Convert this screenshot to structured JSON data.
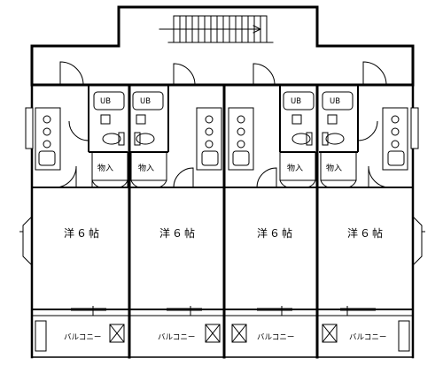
{
  "units": [
    {
      "room_label": "洋６帖",
      "bath_label": "UB",
      "closet_label": "物入",
      "balcony_label": "バルコニー"
    },
    {
      "room_label": "洋６帖",
      "bath_label": "UB",
      "closet_label": "物入",
      "balcony_label": "バルコニー"
    },
    {
      "room_label": "洋６帖",
      "bath_label": "UB",
      "closet_label": "物入",
      "balcony_label": "バルコニー"
    },
    {
      "room_label": "洋６帖",
      "bath_label": "UB",
      "closet_label": "物入",
      "balcony_label": "バルコニー"
    }
  ],
  "colors": {
    "wall": "#000000",
    "background": "#ffffff"
  }
}
